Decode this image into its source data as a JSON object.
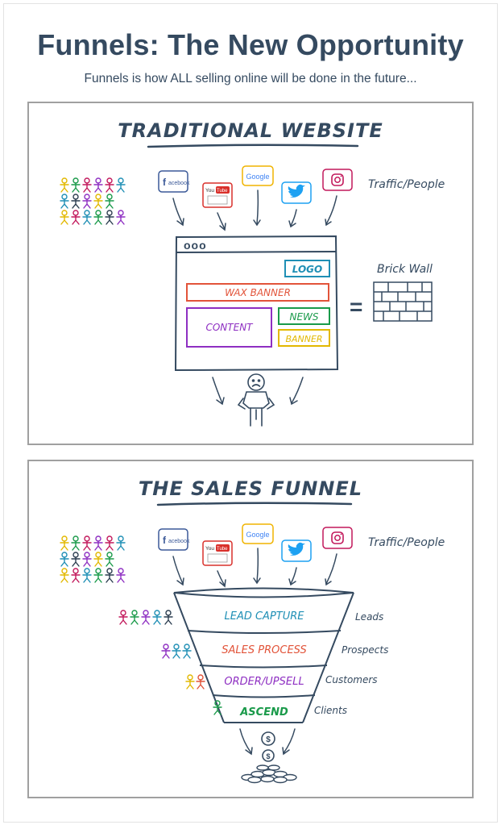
{
  "header": {
    "title": "Funnels: The New Opportunity",
    "subtitle": "Funnels is how ALL selling online will be done in the future..."
  },
  "icons": {
    "facebook": "acebook",
    "youtube_you": "You",
    "youtube_tube": "Tube",
    "google": "Google"
  },
  "traditional": {
    "heading": "TRADITIONAL WEBSITE",
    "traffic_label": "Traffic/People",
    "brick_wall_label": "Brick Wall",
    "window_dots": "ooo",
    "logo": "LOGO",
    "wax_banner": "WAX BANNER",
    "content": "CONTENT",
    "news": "NEWS",
    "banner": "BANNER",
    "equals": "="
  },
  "funnel": {
    "heading": "THE SALES FUNNEL",
    "traffic_label": "Traffic/People",
    "stages": [
      {
        "label": "LEAD CAPTURE",
        "side_label": "Leads",
        "color": "#1f8fb5"
      },
      {
        "label": "SALES PROCESS",
        "side_label": "Prospects",
        "color": "#e2543a"
      },
      {
        "label": "ORDER/UPSELL",
        "side_label": "Customers",
        "color": "#8e2fc2"
      },
      {
        "label": "ASCEND",
        "side_label": "Clients",
        "color": "#1a9a4a"
      }
    ],
    "coin_symbol": "$"
  },
  "colors": {
    "text": "#354a60",
    "facebook": "#3b5998",
    "youtube": "#d9302b",
    "twitter": "#1da1f2",
    "instagram": "#c2185b",
    "google_border": "#f0b400",
    "logo_box": "#1f8fb5",
    "wax_banner": "#e2543a",
    "content_box": "#8e2fc2",
    "news_box": "#1a9a4a",
    "banner_box": "#e2b800"
  }
}
